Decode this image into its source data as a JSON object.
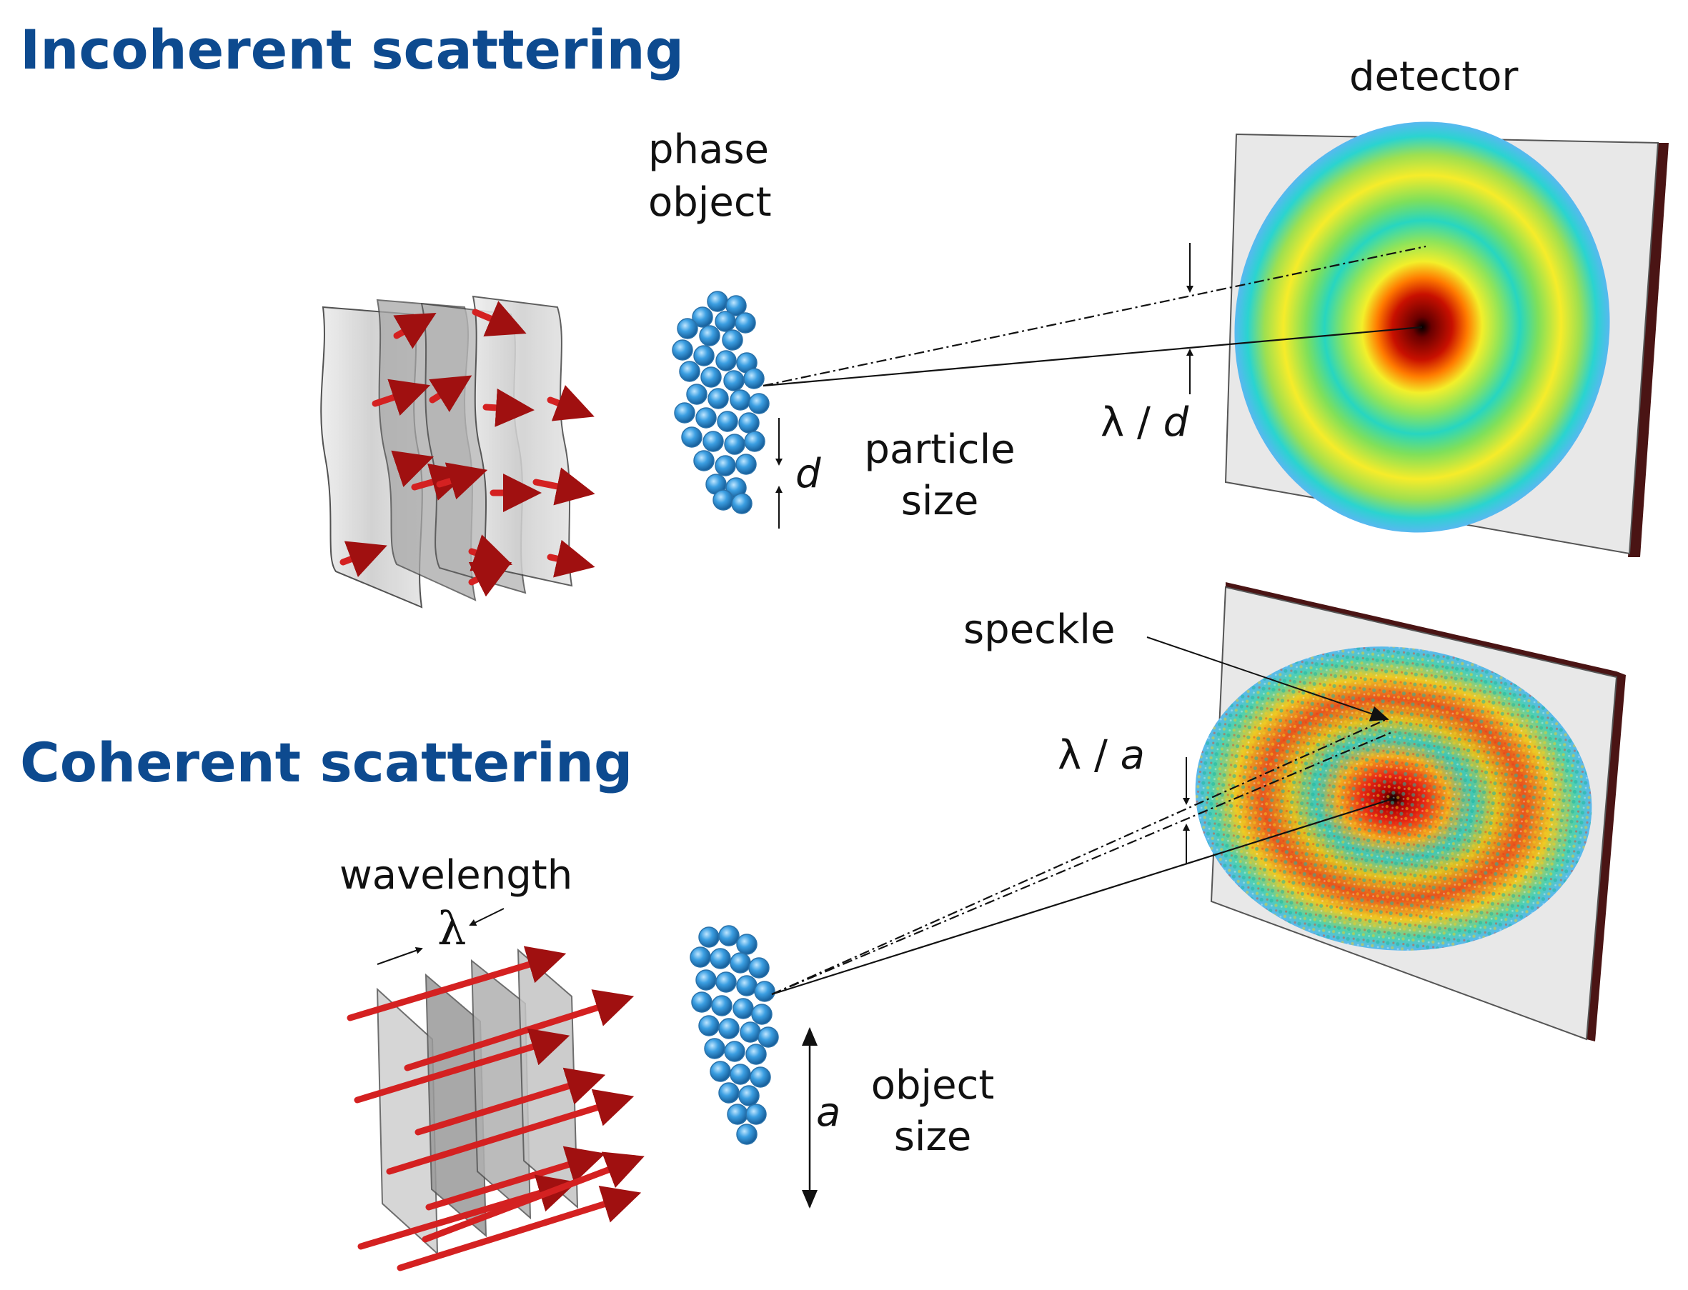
{
  "headings": {
    "incoherent": "Incoherent scattering",
    "coherent": "Coherent scattering"
  },
  "labels": {
    "detector": "detector",
    "phase_object_line1": "phase",
    "phase_object_line2": "object",
    "particle_size_line1": "particle",
    "particle_size_line2": "size",
    "d_symbol": "d",
    "lambda_over_d": "λ / d",
    "speckle": "speckle",
    "lambda_over_a": "λ / a",
    "wavelength": "wavelength",
    "lambda_symbol": "λ",
    "a_symbol": "a",
    "object_size_line1": "object",
    "object_size_line2": "size"
  },
  "colors": {
    "heading": "#0d4a8f",
    "arrow_red": "#d42121",
    "particle_blue": "#3a9ee0",
    "detector_face": "#e6e6e6",
    "detector_edge": "#4a1414"
  }
}
